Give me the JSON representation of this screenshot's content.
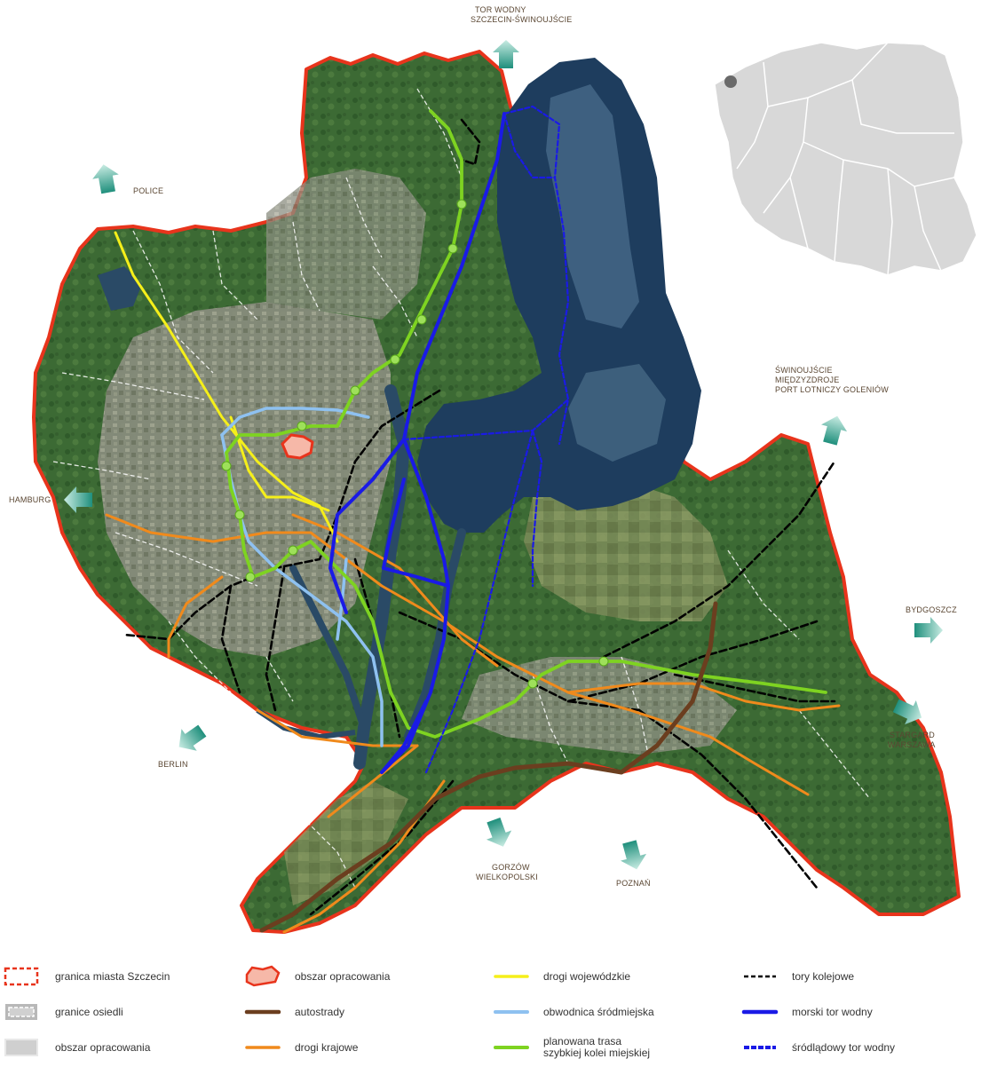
{
  "direction_labels": {
    "tor_wodny_1": "TOR WODNY",
    "tor_wodny_2": "SZCZECIN-ŚWINOUJŚCIE",
    "police": "POLICE",
    "hamburg": "HAMBURG",
    "berlin": "BERLIN",
    "swinoujscie_1": "ŚWINOUJŚCIE",
    "swinoujscie_2": "MIĘDZYZDROJE",
    "swinoujscie_3": "PORT LOTNICZY GOLENIÓW",
    "bydgoszcz": "BYDGOSZCZ",
    "stargard_1": "STARGARD",
    "stargard_2": "WARSZAWA",
    "gorzow_1": "GORZÓW",
    "gorzow_2": "WIELKOPOLSKI",
    "poznan": "POZNAŃ"
  },
  "legend": {
    "items": [
      {
        "label": "granica miasta Szczecin",
        "symbol": "city-boundary"
      },
      {
        "label": "granice osiedli",
        "symbol": "district-boundary"
      },
      {
        "label": "obszar opracowania",
        "symbol": "study-area-grey"
      },
      {
        "label": "obszar opracowania",
        "symbol": "study-area-red"
      },
      {
        "label": "autostrady",
        "symbol": "line",
        "color": "#6b3e1f"
      },
      {
        "label": "drogi krajowe",
        "symbol": "line",
        "color": "#f08a1c"
      },
      {
        "label": "drogi wojewódzkie",
        "symbol": "line",
        "color": "#f5ef1a"
      },
      {
        "label": "obwodnica śródmiejska",
        "symbol": "line",
        "color": "#8ec1f0"
      },
      {
        "label": "planowana trasa",
        "label_line2": "szybkiej kolei miejskiej",
        "symbol": "line",
        "color": "#7ed321"
      },
      {
        "label": "tory kolejowe",
        "symbol": "dashed-line",
        "color": "#000000"
      },
      {
        "label": "morski tor wodny",
        "symbol": "line",
        "color": "#1a1ae6"
      },
      {
        "label": "śródlądowy tor wodny",
        "symbol": "dashed-line",
        "color": "#1a1ae6"
      }
    ]
  },
  "colors": {
    "city_boundary": "#e8341c",
    "motorway": "#6b3e1f",
    "national_roads": "#f08a1c",
    "voivodeship_roads": "#f5ef1a",
    "inner_ring": "#8ec1f0",
    "fast_rail": "#7ed321",
    "railway": "#000000",
    "sea_waterway": "#1a1ae6",
    "inland_waterway": "#1a1ae6",
    "direction_arrow": "#2e9e8a",
    "inset_poland": "#d8d8d8",
    "inset_marker": "#6a6a6a"
  }
}
